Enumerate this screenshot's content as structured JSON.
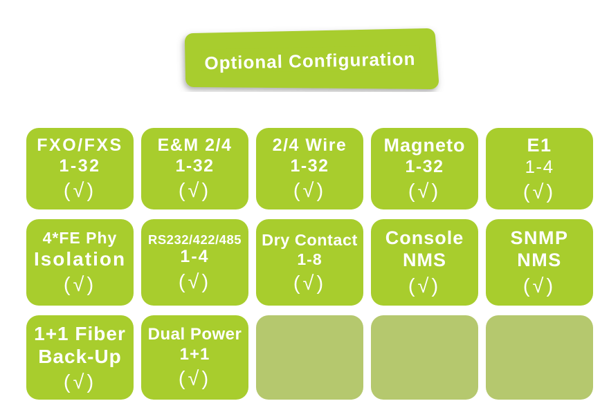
{
  "banner": {
    "label": "Optional Configuration"
  },
  "colors": {
    "tile_green": "#a8cd2d",
    "tile_muted": "#b5c86e",
    "text_white": "#ffffff"
  },
  "tiles": [
    {
      "name": "FXO/FXS",
      "count": "1-32",
      "check": "(√)"
    },
    {
      "name": "E&M 2/4",
      "count": "1-32",
      "check": "(√)"
    },
    {
      "name": "2/4 Wire",
      "count": "1-32",
      "check": "(√)"
    },
    {
      "name": "Magneto",
      "count": "1-32",
      "check": "(√)"
    },
    {
      "name": "E1",
      "count": "1-4",
      "check": "(√)"
    },
    {
      "name": "4*FE Phy",
      "count": "Isolation",
      "check": "(√)"
    },
    {
      "name": "RS232/422/485",
      "count": "1-4",
      "check": "(√)"
    },
    {
      "name": "Dry Contact",
      "count": "1-8",
      "check": "(√)"
    },
    {
      "name": "Console",
      "count": "NMS",
      "check": "(√)"
    },
    {
      "name": "SNMP",
      "count": "NMS",
      "check": "(√)"
    },
    {
      "name": "1+1 Fiber",
      "count": "Back-Up",
      "check": "(√)"
    },
    {
      "name": "Dual Power",
      "count": "1+1",
      "check": "(√)"
    },
    {
      "name": "",
      "count": "",
      "check": ""
    },
    {
      "name": "",
      "count": "",
      "check": ""
    },
    {
      "name": "",
      "count": "",
      "check": ""
    }
  ]
}
